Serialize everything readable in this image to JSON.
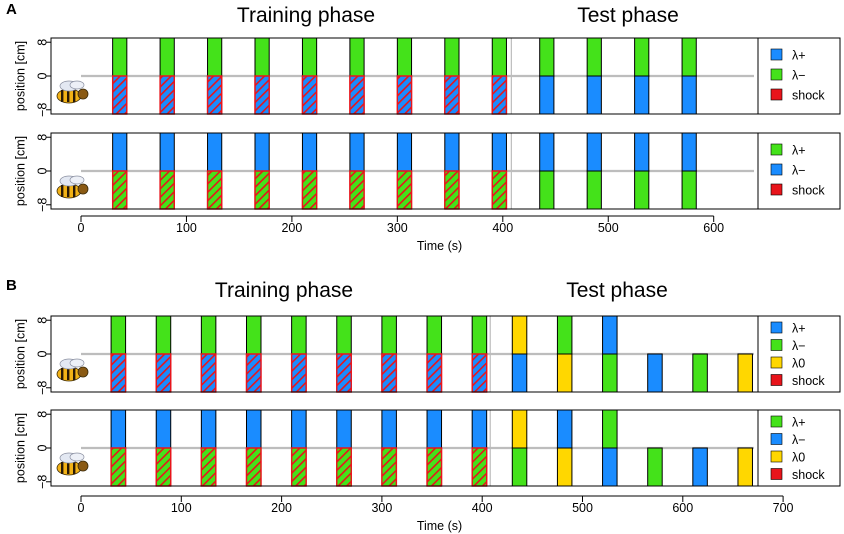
{
  "colors": {
    "lambda_plus": "#1a8cff",
    "lambda_minus": "#44e21a",
    "lambda_zero": "#ffd700",
    "shock": "#e8141b",
    "hatch_line": "#e8141b",
    "baseline": "#bdbdbd",
    "separator": "#bdbdbd"
  },
  "chart_data": [
    {
      "type": "bar",
      "panel_label": "A",
      "xlabel": "Time (s)",
      "x_ticks": [
        0,
        100,
        200,
        300,
        400,
        500,
        600
      ],
      "xlim": [
        -8,
        632
      ],
      "ylim": [
        -9,
        9
      ],
      "y_ticks": [
        "8",
        "0",
        "−8"
      ],
      "ylabel": "position [cm]",
      "phase_titles": [
        "Training phase",
        "Test phase"
      ],
      "phase_boundary_s": 410,
      "stimulus_width_s": 10,
      "trial_onsets_s": [
        30,
        75,
        120,
        165,
        210,
        255,
        300,
        345,
        390,
        435,
        480,
        525,
        570
      ],
      "rows": [
        {
          "legend": [
            {
              "label": "λ+",
              "color_key": "lambda_plus"
            },
            {
              "label": "λ−",
              "color_key": "lambda_minus"
            },
            {
              "label": "shock",
              "color_key": "shock"
            }
          ],
          "trials": [
            {
              "t": 30,
              "top": "lambda_minus",
              "bottom": "lambda_plus",
              "shock": true
            },
            {
              "t": 75,
              "top": "lambda_minus",
              "bottom": "lambda_plus",
              "shock": true
            },
            {
              "t": 120,
              "top": "lambda_minus",
              "bottom": "lambda_plus",
              "shock": true
            },
            {
              "t": 165,
              "top": "lambda_minus",
              "bottom": "lambda_plus",
              "shock": true
            },
            {
              "t": 210,
              "top": "lambda_minus",
              "bottom": "lambda_plus",
              "shock": true
            },
            {
              "t": 255,
              "top": "lambda_minus",
              "bottom": "lambda_plus",
              "shock": true
            },
            {
              "t": 300,
              "top": "lambda_minus",
              "bottom": "lambda_plus",
              "shock": true
            },
            {
              "t": 345,
              "top": "lambda_minus",
              "bottom": "lambda_plus",
              "shock": true
            },
            {
              "t": 390,
              "top": "lambda_minus",
              "bottom": "lambda_plus",
              "shock": true
            },
            {
              "t": 435,
              "top": "lambda_minus",
              "bottom": "lambda_plus",
              "shock": false
            },
            {
              "t": 480,
              "top": "lambda_minus",
              "bottom": "lambda_plus",
              "shock": false
            },
            {
              "t": 525,
              "top": "lambda_minus",
              "bottom": "lambda_plus",
              "shock": false
            },
            {
              "t": 570,
              "top": "lambda_minus",
              "bottom": "lambda_plus",
              "shock": false
            }
          ]
        },
        {
          "legend": [
            {
              "label": "λ+",
              "color_key": "lambda_minus"
            },
            {
              "label": "λ−",
              "color_key": "lambda_plus"
            },
            {
              "label": "shock",
              "color_key": "shock"
            }
          ],
          "trials": [
            {
              "t": 30,
              "top": "lambda_plus",
              "bottom": "lambda_minus",
              "shock": true
            },
            {
              "t": 75,
              "top": "lambda_plus",
              "bottom": "lambda_minus",
              "shock": true
            },
            {
              "t": 120,
              "top": "lambda_plus",
              "bottom": "lambda_minus",
              "shock": true
            },
            {
              "t": 165,
              "top": "lambda_plus",
              "bottom": "lambda_minus",
              "shock": true
            },
            {
              "t": 210,
              "top": "lambda_plus",
              "bottom": "lambda_minus",
              "shock": true
            },
            {
              "t": 255,
              "top": "lambda_plus",
              "bottom": "lambda_minus",
              "shock": true
            },
            {
              "t": 300,
              "top": "lambda_plus",
              "bottom": "lambda_minus",
              "shock": true
            },
            {
              "t": 345,
              "top": "lambda_plus",
              "bottom": "lambda_minus",
              "shock": true
            },
            {
              "t": 390,
              "top": "lambda_plus",
              "bottom": "lambda_minus",
              "shock": true
            },
            {
              "t": 435,
              "top": "lambda_plus",
              "bottom": "lambda_minus",
              "shock": false
            },
            {
              "t": 480,
              "top": "lambda_plus",
              "bottom": "lambda_minus",
              "shock": false
            },
            {
              "t": 525,
              "top": "lambda_plus",
              "bottom": "lambda_minus",
              "shock": false
            },
            {
              "t": 570,
              "top": "lambda_plus",
              "bottom": "lambda_minus",
              "shock": false
            }
          ]
        }
      ]
    },
    {
      "type": "bar",
      "panel_label": "B",
      "xlabel": "Time (s)",
      "x_ticks": [
        0,
        100,
        200,
        300,
        400,
        500,
        600,
        700
      ],
      "xlim": [
        -8,
        732
      ],
      "ylim": [
        -9,
        9
      ],
      "y_ticks": [
        "8",
        "0",
        "−8"
      ],
      "ylabel": "position [cm]",
      "phase_titles": [
        "Training phase",
        "Test phase"
      ],
      "phase_boundary_s": 410,
      "stimulus_width_s": 10,
      "trial_onsets_s": [
        30,
        75,
        120,
        165,
        210,
        255,
        300,
        345,
        390,
        430,
        475,
        520,
        565,
        610,
        655
      ],
      "rows": [
        {
          "legend": [
            {
              "label": "λ+",
              "color_key": "lambda_plus"
            },
            {
              "label": "λ−",
              "color_key": "lambda_minus"
            },
            {
              "label": "λ0",
              "color_key": "lambda_zero"
            },
            {
              "label": "shock",
              "color_key": "shock"
            }
          ],
          "trials": [
            {
              "t": 30,
              "top": "lambda_minus",
              "bottom": "lambda_plus",
              "shock": true
            },
            {
              "t": 75,
              "top": "lambda_minus",
              "bottom": "lambda_plus",
              "shock": true
            },
            {
              "t": 120,
              "top": "lambda_minus",
              "bottom": "lambda_plus",
              "shock": true
            },
            {
              "t": 165,
              "top": "lambda_minus",
              "bottom": "lambda_plus",
              "shock": true
            },
            {
              "t": 210,
              "top": "lambda_minus",
              "bottom": "lambda_plus",
              "shock": true
            },
            {
              "t": 255,
              "top": "lambda_minus",
              "bottom": "lambda_plus",
              "shock": true
            },
            {
              "t": 300,
              "top": "lambda_minus",
              "bottom": "lambda_plus",
              "shock": true
            },
            {
              "t": 345,
              "top": "lambda_minus",
              "bottom": "lambda_plus",
              "shock": true
            },
            {
              "t": 390,
              "top": "lambda_minus",
              "bottom": "lambda_plus",
              "shock": true
            },
            {
              "t": 430,
              "top": "lambda_zero",
              "bottom": "lambda_plus",
              "shock": false
            },
            {
              "t": 475,
              "top": "lambda_minus",
              "bottom": "lambda_zero",
              "shock": false
            },
            {
              "t": 520,
              "top": "lambda_plus",
              "bottom": "lambda_minus",
              "shock": false
            },
            {
              "t": 565,
              "top": null,
              "bottom": "lambda_plus",
              "shock": false
            },
            {
              "t": 610,
              "top": null,
              "bottom": "lambda_minus",
              "shock": false
            },
            {
              "t": 655,
              "top": null,
              "bottom": "lambda_zero",
              "shock": false
            }
          ]
        },
        {
          "legend": [
            {
              "label": "λ+",
              "color_key": "lambda_minus"
            },
            {
              "label": "λ−",
              "color_key": "lambda_plus"
            },
            {
              "label": "λ0",
              "color_key": "lambda_zero"
            },
            {
              "label": "shock",
              "color_key": "shock"
            }
          ],
          "trials": [
            {
              "t": 30,
              "top": "lambda_plus",
              "bottom": "lambda_minus",
              "shock": true
            },
            {
              "t": 75,
              "top": "lambda_plus",
              "bottom": "lambda_minus",
              "shock": true
            },
            {
              "t": 120,
              "top": "lambda_plus",
              "bottom": "lambda_minus",
              "shock": true
            },
            {
              "t": 165,
              "top": "lambda_plus",
              "bottom": "lambda_minus",
              "shock": true
            },
            {
              "t": 210,
              "top": "lambda_plus",
              "bottom": "lambda_minus",
              "shock": true
            },
            {
              "t": 255,
              "top": "lambda_plus",
              "bottom": "lambda_minus",
              "shock": true
            },
            {
              "t": 300,
              "top": "lambda_plus",
              "bottom": "lambda_minus",
              "shock": true
            },
            {
              "t": 345,
              "top": "lambda_plus",
              "bottom": "lambda_minus",
              "shock": true
            },
            {
              "t": 390,
              "top": "lambda_plus",
              "bottom": "lambda_minus",
              "shock": true
            },
            {
              "t": 430,
              "top": "lambda_zero",
              "bottom": "lambda_minus",
              "shock": false
            },
            {
              "t": 475,
              "top": "lambda_plus",
              "bottom": "lambda_zero",
              "shock": false
            },
            {
              "t": 520,
              "top": "lambda_minus",
              "bottom": "lambda_plus",
              "shock": false
            },
            {
              "t": 565,
              "top": null,
              "bottom": "lambda_minus",
              "shock": false
            },
            {
              "t": 610,
              "top": null,
              "bottom": "lambda_plus",
              "shock": false
            },
            {
              "t": 655,
              "top": null,
              "bottom": "lambda_zero",
              "shock": false
            }
          ]
        }
      ]
    }
  ]
}
